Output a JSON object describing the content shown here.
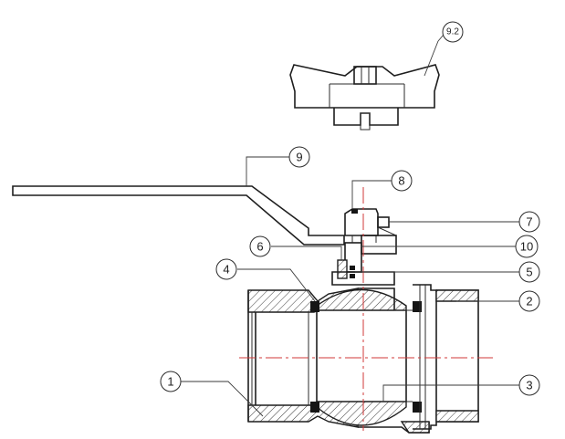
{
  "diagram": {
    "callouts": [
      {
        "id": "9.2",
        "label": "9.2"
      },
      {
        "id": "9",
        "label": "9"
      },
      {
        "id": "8",
        "label": "8"
      },
      {
        "id": "7",
        "label": "7"
      },
      {
        "id": "10",
        "label": "10"
      },
      {
        "id": "6",
        "label": "6"
      },
      {
        "id": "5",
        "label": "5"
      },
      {
        "id": "4",
        "label": "4"
      },
      {
        "id": "2",
        "label": "2"
      },
      {
        "id": "1",
        "label": "1"
      },
      {
        "id": "3",
        "label": "3"
      }
    ],
    "colors": {
      "line": "#1e1e1e",
      "centerline": "#d23a3a",
      "seal": "#151515",
      "background": "#ffffff"
    },
    "parts": [
      "lever-handle",
      "butterfly-handle-detail",
      "stem-nut",
      "stem",
      "packing-seal",
      "seat-ring",
      "valve-body",
      "end-connector",
      "ball"
    ]
  }
}
